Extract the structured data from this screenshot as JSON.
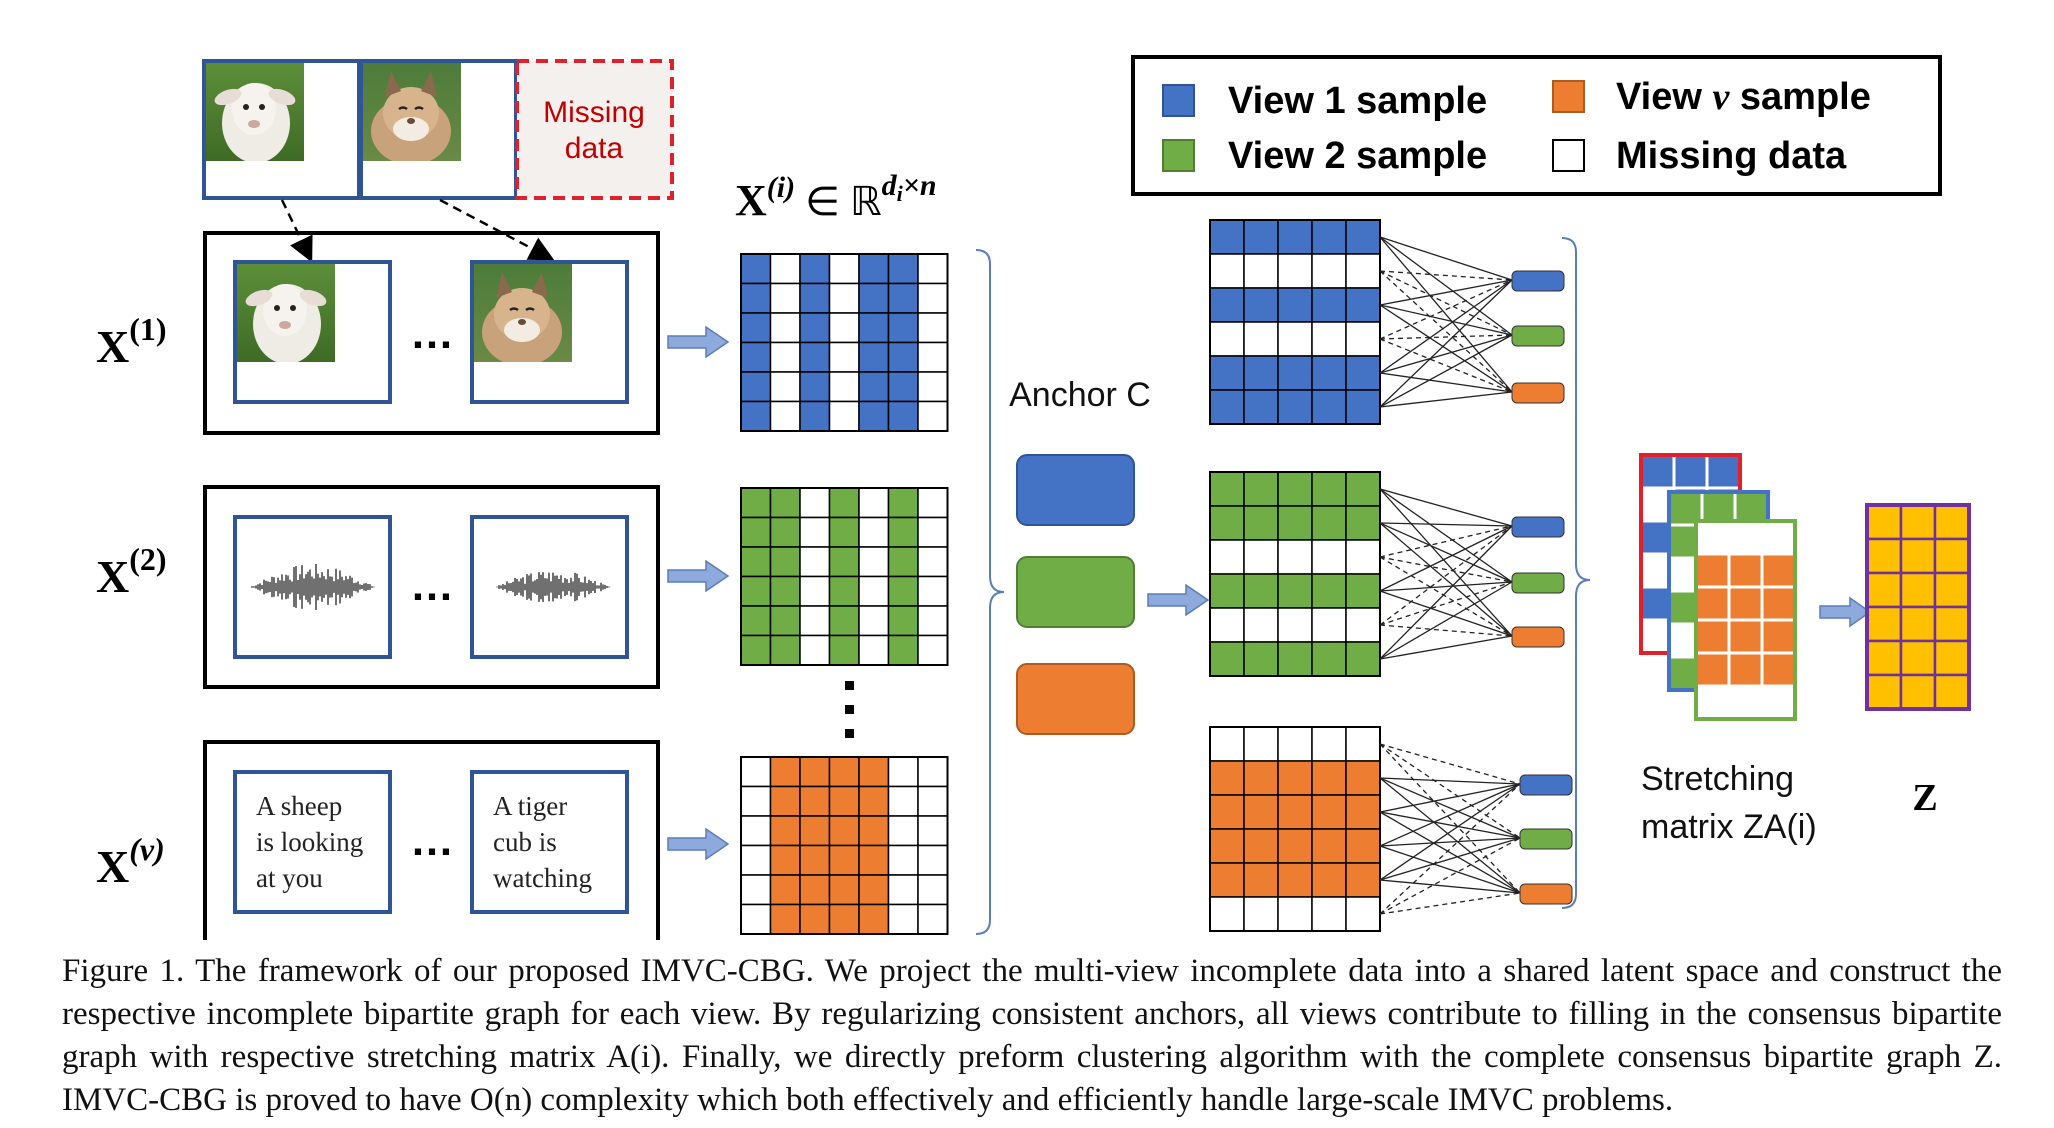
{
  "legend": {
    "items": [
      {
        "label": "View 1 sample",
        "color": "#4472C4"
      },
      {
        "label": "View 2 sample",
        "color": "#70AD47"
      },
      {
        "label": "View v sample",
        "color": "#ED7D31"
      },
      {
        "label": "Missing data",
        "color": "#FFFFFF"
      }
    ]
  },
  "inputs": {
    "missing_label_line1": "Missing",
    "missing_label_line2": "data",
    "row_labels": [
      "X(1)",
      "X(2)",
      "X(v)"
    ],
    "ellipsis": "…",
    "text_sample_1": [
      "A sheep",
      "is looking",
      "at you"
    ],
    "text_sample_2": [
      "A tiger",
      "cub is",
      "watching"
    ],
    "vertical_ellipsis": "⋮"
  },
  "matrix_formula": "X(i) ∈ ℝ^(d_i×n)",
  "anchor_label": "Anchor C",
  "stretching_label": {
    "line1": "Stretching",
    "line2": "matrix ZA(i)"
  },
  "z_label": "Z",
  "colors": {
    "blue": "#4472C4",
    "green": "#70AD47",
    "orange": "#ED7D31",
    "gold": "#FFC000",
    "red": "#E0202A",
    "purple": "#7030A0",
    "arrow": "#8EA9DB",
    "missing_dash": "#E0202A"
  },
  "caption": {
    "text": "Figure 1. The framework of our proposed IMVC-CBG. We project the multi-view incomplete data into a shared latent space and construct the respective incomplete bipartite graph for each view. By regularizing consistent anchors, all views contribute to filling in the consensus bipartite graph with respective stretching matrix A(i). Finally, we directly preform clustering algorithm with the complete consensus bipartite graph Z. IMVC-CBG is proved to have O(n) complexity which both effectively and efficiently handle large-scale IMVC problems."
  }
}
